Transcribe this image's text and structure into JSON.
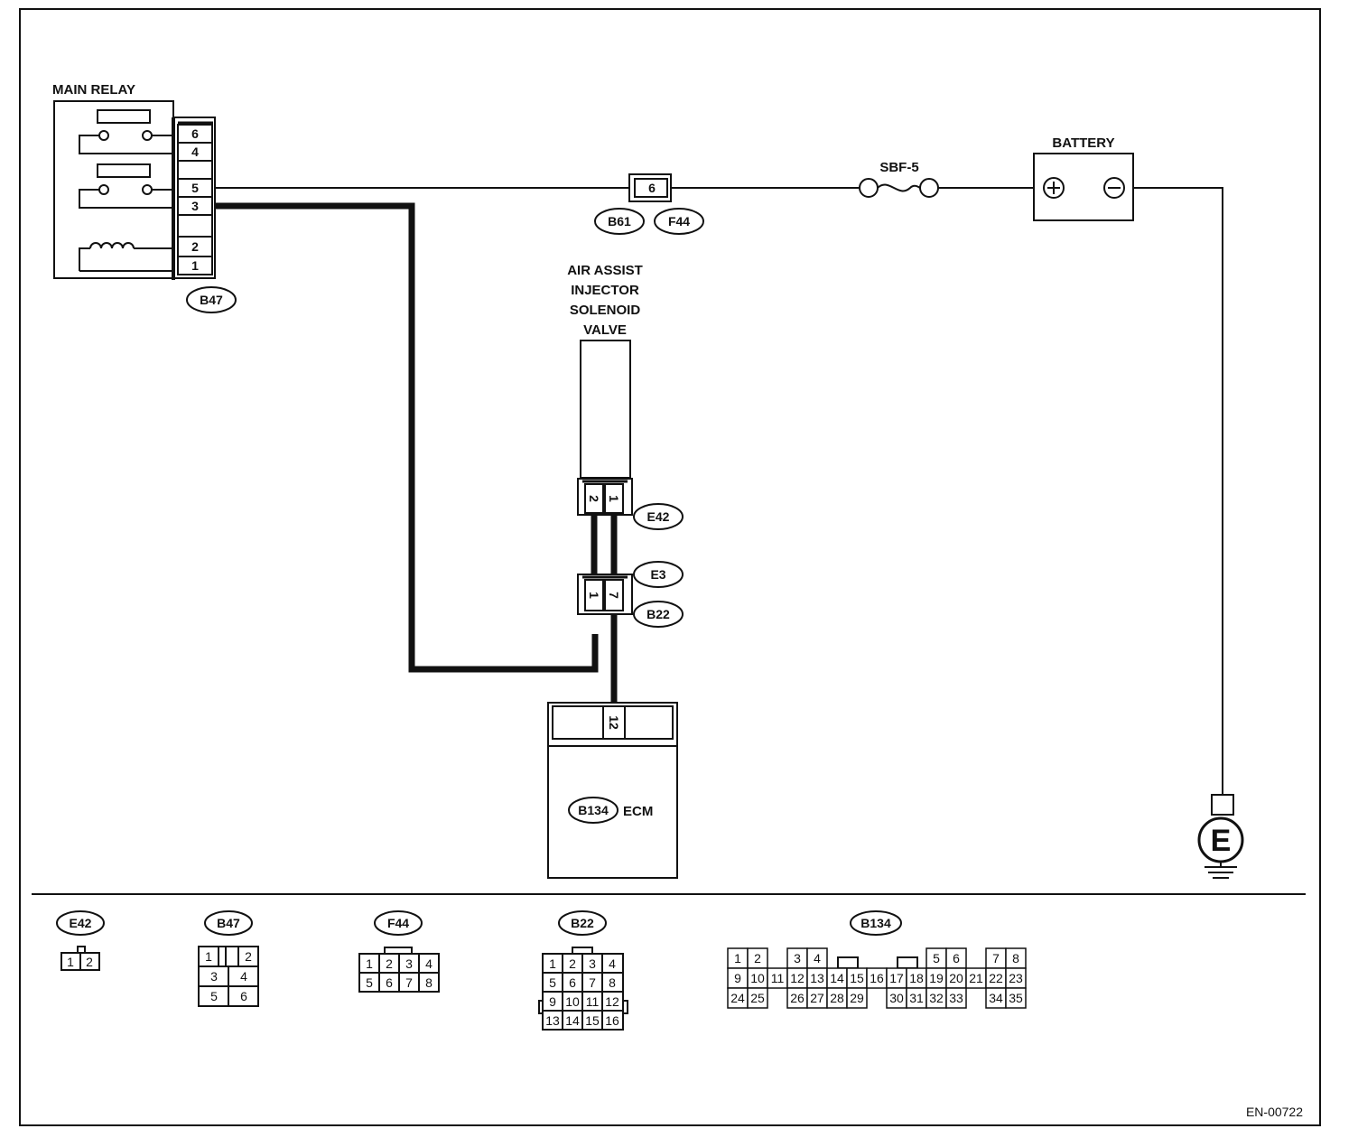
{
  "main_relay": {
    "title": "MAIN RELAY",
    "pins": [
      "6",
      "4",
      "",
      "5",
      "3",
      "",
      "2",
      "1"
    ],
    "connector": "B47"
  },
  "joint_connector": {
    "pin": "6",
    "connectors": [
      "B61",
      "F44"
    ]
  },
  "fuse": {
    "label": "SBF-5"
  },
  "battery": {
    "label": "BATTERY"
  },
  "ground": {
    "label": "E"
  },
  "valve": {
    "title_lines": [
      "AIR ASSIST",
      "INJECTOR",
      "SOLENOID",
      "VALVE"
    ],
    "pins": [
      "2",
      "1"
    ],
    "connector": "E42"
  },
  "harness_connector": {
    "pins": [
      "1",
      "7"
    ],
    "connectors": [
      "E3",
      "B22"
    ]
  },
  "ecm": {
    "label": "ECM",
    "connector": "B134",
    "pin": "12"
  },
  "connector_views": [
    {
      "name": "E42",
      "rows": [
        [
          "1",
          "2"
        ]
      ]
    },
    {
      "name": "B47",
      "rows": [
        [
          "1",
          "",
          "2"
        ],
        [
          "3",
          "4"
        ],
        [
          "5",
          "6"
        ]
      ]
    },
    {
      "name": "F44",
      "rows": [
        [
          "1",
          "2",
          "3",
          "4"
        ],
        [
          "5",
          "6",
          "7",
          "8"
        ]
      ]
    },
    {
      "name": "B22",
      "rows": [
        [
          "1",
          "2",
          "3",
          "4"
        ],
        [
          "5",
          "6",
          "7",
          "8"
        ],
        [
          "9",
          "10",
          "11",
          "12"
        ],
        [
          "13",
          "14",
          "15",
          "16"
        ]
      ]
    },
    {
      "name": "B134",
      "rows": [
        [
          "1",
          "2",
          "",
          "3",
          "4",
          "",
          "",
          "",
          "",
          "",
          "5",
          "6",
          "",
          "7",
          "8"
        ],
        [
          "9",
          "10",
          "11",
          "12",
          "13",
          "14",
          "15",
          "16",
          "17",
          "18",
          "19",
          "20",
          "21",
          "22",
          "23"
        ],
        [
          "24",
          "25",
          "",
          "26",
          "27",
          "28",
          "29",
          "",
          "30",
          "31",
          "32",
          "33",
          "",
          "34",
          "35"
        ]
      ]
    }
  ],
  "figure_id": "EN-00722"
}
